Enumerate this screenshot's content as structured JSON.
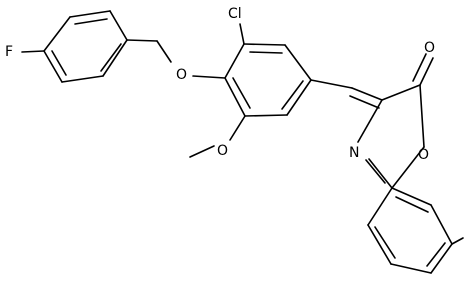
{
  "molecule": {
    "atoms": {
      "fluorine": "F",
      "chlorine": "Cl",
      "ether_oxygen": "O",
      "methoxy_oxygen": "O",
      "carbonyl_oxygen": "O",
      "ring_oxygen": "O",
      "ring_nitrogen": "N"
    }
  }
}
